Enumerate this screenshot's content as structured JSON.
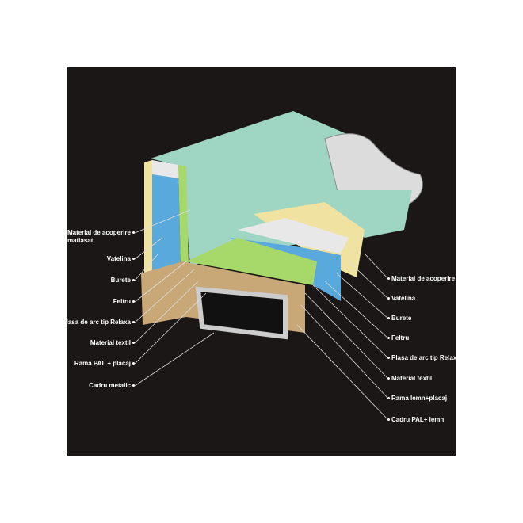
{
  "left_labels": [
    {
      "text": "Material de acoperire",
      "text2": "matlasat"
    },
    {
      "text": "Vatelina"
    },
    {
      "text": "Burete"
    },
    {
      "text": "Feltru"
    },
    {
      "text": "Plasa de arc tip Relaxa"
    },
    {
      "text": "Material textil"
    },
    {
      "text": "Rama PAL + placaj"
    },
    {
      "text": "Cadru metalic"
    }
  ],
  "right_labels": [
    {
      "text": "Material de acoperire"
    },
    {
      "text": "Vatelina"
    },
    {
      "text": "Burete"
    },
    {
      "text": "Feltru"
    },
    {
      "text": "Plasa de arc tip Relaxa"
    },
    {
      "text": "Material textil"
    },
    {
      "text": "Rama lemn+placaj"
    },
    {
      "text": "Cadru PAL+ lemn"
    }
  ],
  "colors": {
    "background": "#1b1716",
    "cover": "#9fd6c3",
    "foam": "#5aa9dc",
    "felt": "#f0e2a0",
    "wood": "#c9a878"
  }
}
